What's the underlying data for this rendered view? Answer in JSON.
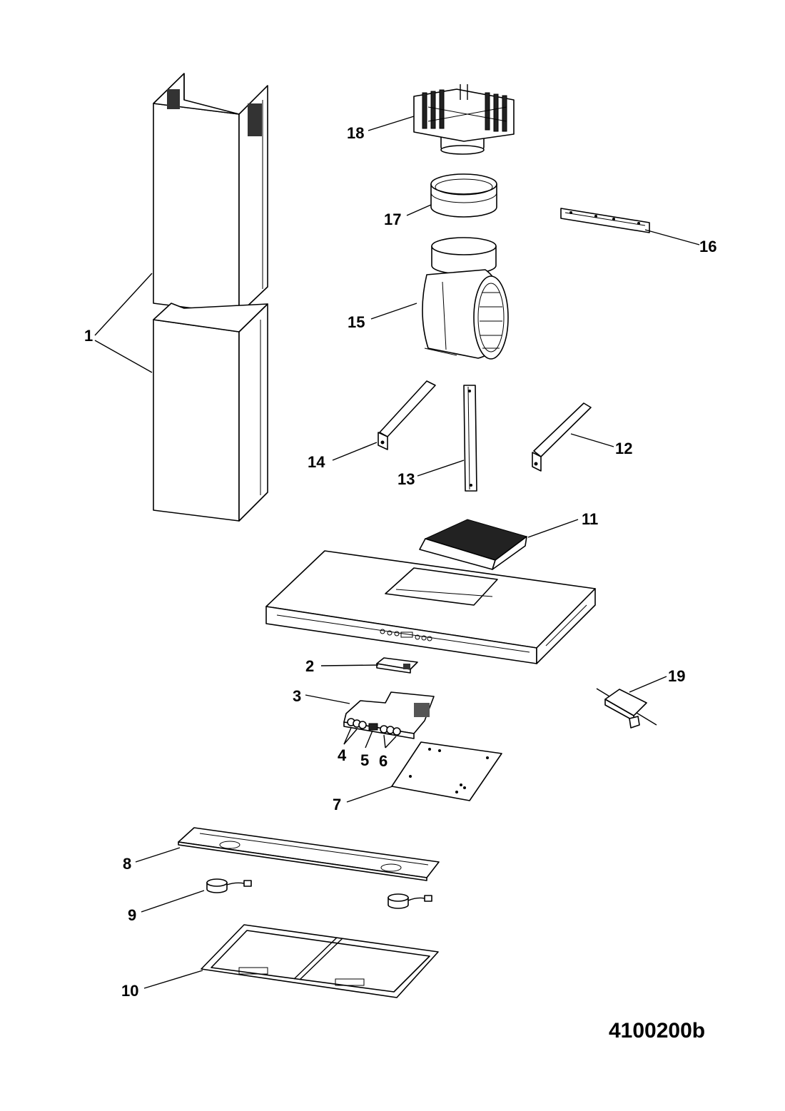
{
  "diagram_code": "4100200b",
  "callouts": [
    {
      "id": "1",
      "label": "1"
    },
    {
      "id": "2",
      "label": "2"
    },
    {
      "id": "3",
      "label": "3"
    },
    {
      "id": "4",
      "label": "4"
    },
    {
      "id": "5",
      "label": "5"
    },
    {
      "id": "6",
      "label": "6"
    },
    {
      "id": "7",
      "label": "7"
    },
    {
      "id": "8",
      "label": "8"
    },
    {
      "id": "9",
      "label": "9"
    },
    {
      "id": "10",
      "label": "10"
    },
    {
      "id": "11",
      "label": "11"
    },
    {
      "id": "12",
      "label": "12"
    },
    {
      "id": "13",
      "label": "13"
    },
    {
      "id": "14",
      "label": "14"
    },
    {
      "id": "15",
      "label": "15"
    },
    {
      "id": "16",
      "label": "16"
    },
    {
      "id": "17",
      "label": "17"
    },
    {
      "id": "18",
      "label": "18"
    },
    {
      "id": "19",
      "label": "19"
    }
  ]
}
